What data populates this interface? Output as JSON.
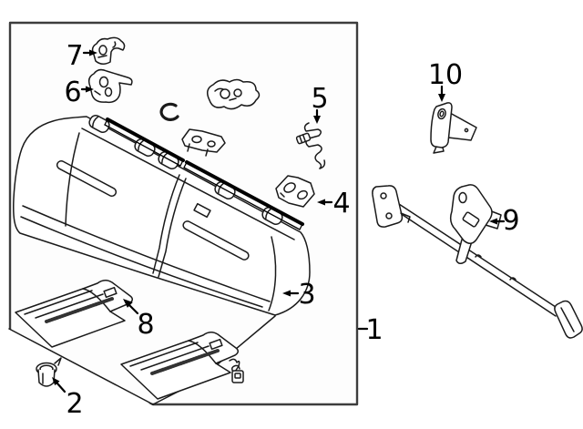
{
  "diagram": {
    "kind": "exploded-parts-line-drawing",
    "colors": {
      "background": "#ffffff",
      "line": "#1a1a1a",
      "box_border": "#3d3d3d",
      "trim_strip": "#000000"
    },
    "callouts": [
      {
        "number": "1",
        "points_to": "assembly-boundary-box"
      },
      {
        "number": "2",
        "points_to": "floor-grommet-clip"
      },
      {
        "number": "3",
        "points_to": "seat-cushion-right-side"
      },
      {
        "number": "4",
        "points_to": "stamped-bracket-right"
      },
      {
        "number": "5",
        "points_to": "wire-striker"
      },
      {
        "number": "6",
        "points_to": "hinge-clip-lower-left"
      },
      {
        "number": "7",
        "points_to": "hinge-clip-upper-left"
      },
      {
        "number": "8",
        "points_to": "seat-heater-mat-left"
      },
      {
        "number": "9",
        "points_to": "crossmember-bracket"
      },
      {
        "number": "10",
        "points_to": "mounting-bracket"
      }
    ]
  }
}
